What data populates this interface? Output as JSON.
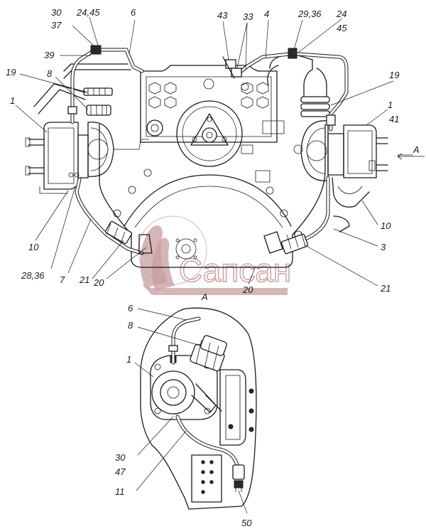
{
  "watermark": {
    "text": "Сапсан",
    "color": "#c79ea0"
  },
  "view_label": "А",
  "callouts": {
    "c30_37": [
      "30",
      "37"
    ],
    "c24_45_top": "24,45",
    "c6": "6",
    "c43": "43",
    "c33": "33",
    "c4": "4",
    "c29_36": "29,36",
    "c24_45_right": [
      "24",
      "45"
    ],
    "c39": "39",
    "c19_left": "19",
    "c19_right": "19",
    "c8": "8",
    "c1_left": "1",
    "c1_right": "1",
    "c41": "41",
    "cA_right": "А",
    "c10_left": "10",
    "c10_right": "10",
    "c28_36": "28,36",
    "c7": "7",
    "c21_left": "21",
    "c20_left": "20",
    "c20_mid": "20",
    "c3": "3",
    "c21_right": "21",
    "c6_lower": "6",
    "c8_lower": "8",
    "c1_lower": "1",
    "c30_47": [
      "30",
      "47"
    ],
    "c11": "11",
    "c50": "50"
  }
}
